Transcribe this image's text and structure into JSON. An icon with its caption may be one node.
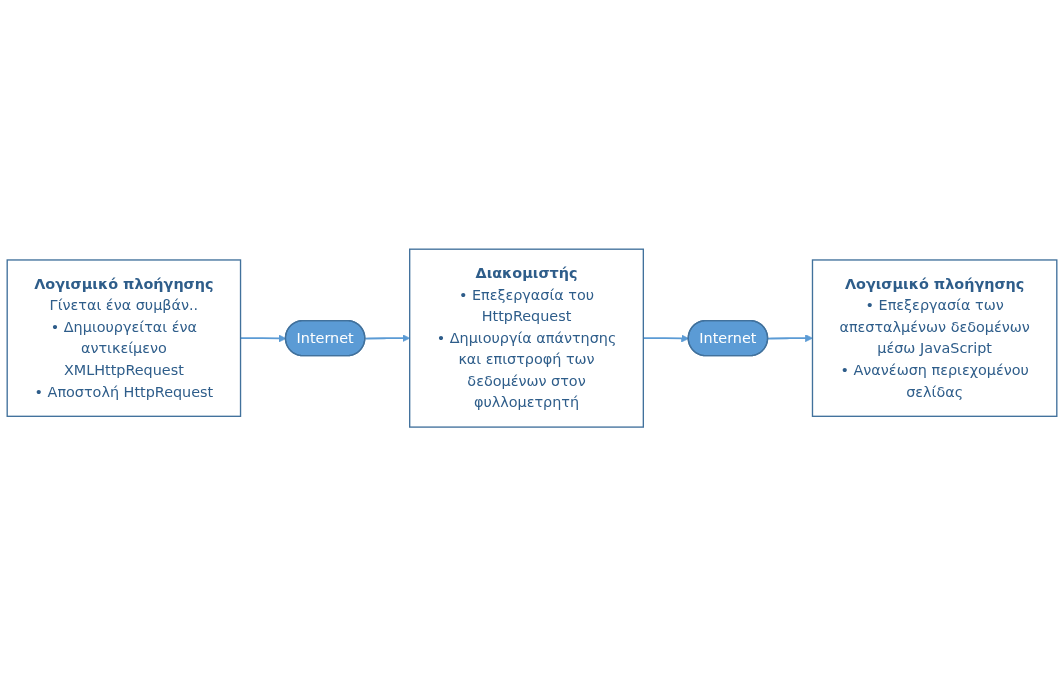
{
  "diagram": {
    "nodes": [
      {
        "text": [
          "Λογισμικό πλοήγησης",
          "Γίνεται ένα συμβάν..",
          "• Δημιουργείται ένα αντικείμενο XMLHttpRequest",
          "• Αποστολή HttpRequest"
        ]
      },
      {
        "text": [
          "Internet"
        ]
      },
      {
        "text": [
          "Διακομιστής",
          "• Επεξεργασία του HttpRequest",
          "• Δημιουργία απάντησης και επιστροφή των δεδομένων στον φυλλομετρητή"
        ]
      },
      {
        "text": [
          "Internet"
        ]
      },
      {
        "text": [
          "Λογισμικό πλοήγησης",
          "• Επεξεργασία των απεσταλμένων δεδομένων μέσω JavaScript",
          "• Ανανέωση περιεχομένου σελίδας"
        ]
      }
    ],
    "edges": [
      {
        "from": 0,
        "to": 1,
        "arrow": "to"
      },
      {
        "from": 1,
        "to": 2,
        "arrow": "to"
      },
      {
        "from": 2,
        "to": 3,
        "arrow": "to"
      },
      {
        "from": 3,
        "to": 4,
        "arrow": "to"
      }
    ]
  }
}
